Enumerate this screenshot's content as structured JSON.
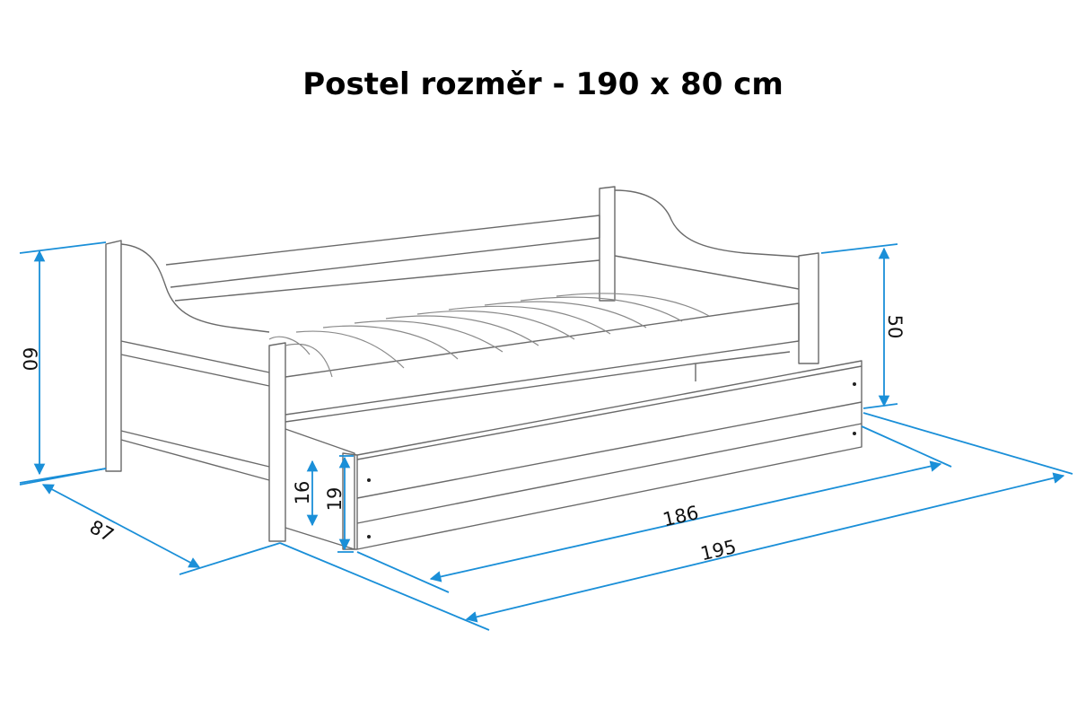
{
  "title": "Postel rozměr - 190 x 80 cm",
  "colors": {
    "dimension_line": "#1a8fd8",
    "outline": "#6a6a6a"
  },
  "dimensions": {
    "height_headboard": "60",
    "height_footboard": "50",
    "width": "87",
    "drawer_length": "186",
    "total_length": "195",
    "drawer_inner_height": "16",
    "drawer_height": "19"
  }
}
